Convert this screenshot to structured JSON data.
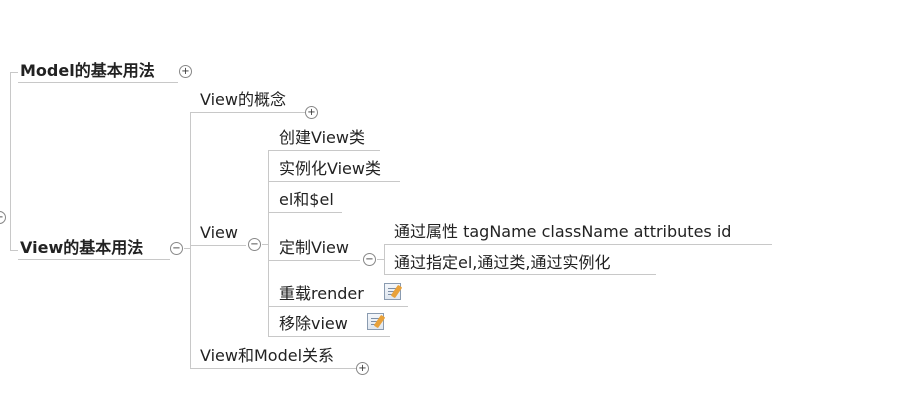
{
  "mindmap": {
    "model_usage": {
      "label": "Model的基本用法",
      "toggle": "+"
    },
    "view_usage": {
      "label": "View的基本用法",
      "toggle": "−"
    },
    "view_concept": {
      "label": "View的概念",
      "toggle": "+"
    },
    "view": {
      "label": "View",
      "toggle": "−"
    },
    "create_view_class": {
      "label": "创建View类"
    },
    "instantiate_view_class": {
      "label": "实例化View类"
    },
    "el_and_dollar_el": {
      "label": "el和$el"
    },
    "customize_view": {
      "label": "定制View",
      "toggle": "−"
    },
    "via_properties": {
      "label": "通过属性 tagName className attributes id"
    },
    "via_specified": {
      "label": "通过指定el,通过类,通过实例化"
    },
    "override_render": {
      "label": "重载render",
      "icon": "note-icon"
    },
    "remove_view": {
      "label": "移除view",
      "icon": "note-icon"
    },
    "view_and_model": {
      "label": "View和Model关系",
      "toggle": "+"
    },
    "root_toggle": {
      "toggle": "−"
    }
  }
}
